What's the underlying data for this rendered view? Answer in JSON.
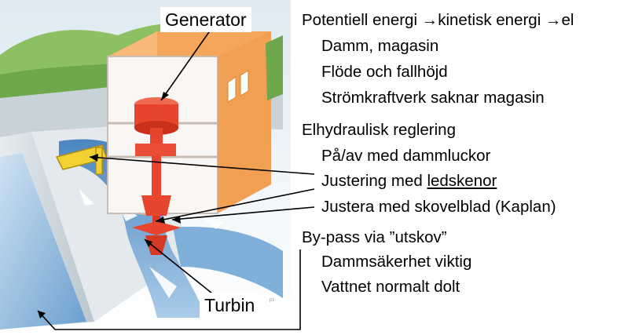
{
  "labels": {
    "generator": "Generator",
    "turbin": "Turbin",
    "stamp": "ᵖ¹"
  },
  "text": {
    "g1_heading": {
      "part1": "Potentiell energi ",
      "arrow1": "→",
      "part2": "kinetisk energi ",
      "arrow2": "→",
      "part3": "el"
    },
    "g1_items": [
      "Damm, magasin",
      "Flöde och fallhöjd",
      "Strömkraftverk saknar magasin"
    ],
    "g2_heading": "Elhydraulisk reglering",
    "g2_items": {
      "item1": "På/av med dammluckor",
      "item2_prefix": "Justering med ",
      "item2_link": "ledskenor",
      "item3": "Justera med skovelblad (Kaplan)"
    },
    "g3_heading": "By-pass via ”utskov”",
    "g3_items": [
      "Dammsäkerhet viktig",
      "Vattnet normalt dolt"
    ]
  },
  "colors": {
    "machine_red": "#e8452e",
    "building_orange": "#f5a860",
    "water_blue": "#5f97c9",
    "grass_green": "#7fb65a",
    "guide_vanes_yellow": "#f2d233",
    "arrow_black": "#000000"
  }
}
